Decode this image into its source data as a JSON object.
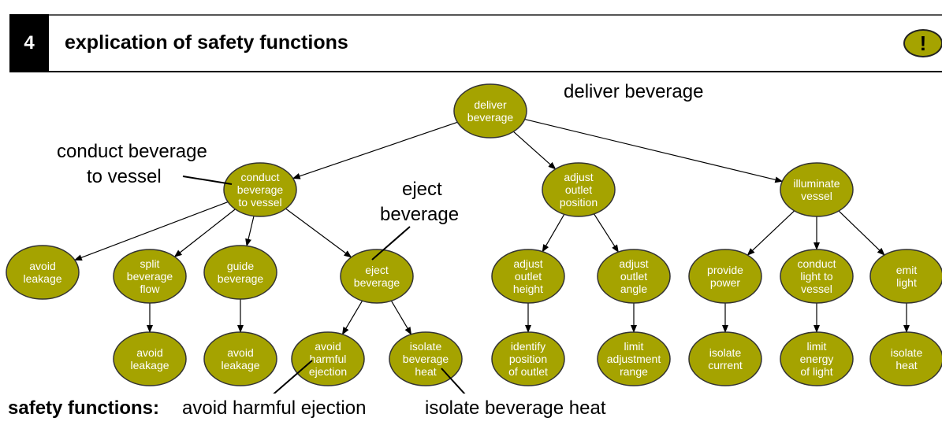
{
  "header": {
    "section_number": "4",
    "title": "explication of safety functions",
    "badge": "!"
  },
  "colors": {
    "node_fill": "#a5a300",
    "node_stroke": "#333333",
    "edge": "#000000"
  },
  "tree": {
    "nodes": [
      {
        "id": "deliver",
        "lines": [
          "deliver",
          "beverage"
        ]
      },
      {
        "id": "conduct",
        "lines": [
          "conduct",
          "beverage",
          "to vessel"
        ]
      },
      {
        "id": "adjust-outlet-position",
        "lines": [
          "adjust",
          "outlet",
          "position"
        ]
      },
      {
        "id": "illuminate",
        "lines": [
          "illuminate",
          "vessel"
        ]
      },
      {
        "id": "avoid-leakage-1",
        "lines": [
          "avoid",
          "leakage"
        ]
      },
      {
        "id": "split-flow",
        "lines": [
          "split",
          "beverage",
          "flow"
        ]
      },
      {
        "id": "guide",
        "lines": [
          "guide",
          "beverage"
        ]
      },
      {
        "id": "eject",
        "lines": [
          "eject",
          "beverage"
        ]
      },
      {
        "id": "adjust-height",
        "lines": [
          "adjust",
          "outlet",
          "height"
        ]
      },
      {
        "id": "adjust-angle",
        "lines": [
          "adjust",
          "outlet",
          "angle"
        ]
      },
      {
        "id": "provide-power",
        "lines": [
          "provide",
          "power"
        ]
      },
      {
        "id": "conduct-light",
        "lines": [
          "conduct",
          "light to",
          "vessel"
        ]
      },
      {
        "id": "emit-light",
        "lines": [
          "emit",
          "light"
        ]
      },
      {
        "id": "avoid-leakage-2",
        "lines": [
          "avoid",
          "leakage"
        ]
      },
      {
        "id": "avoid-leakage-3",
        "lines": [
          "avoid",
          "leakage"
        ]
      },
      {
        "id": "avoid-harmful",
        "lines": [
          "avoid",
          "harmful",
          "ejection"
        ]
      },
      {
        "id": "isolate-heat-bev",
        "lines": [
          "isolate",
          "beverage",
          "heat"
        ]
      },
      {
        "id": "identify-position",
        "lines": [
          "identify",
          "position",
          "of outlet"
        ]
      },
      {
        "id": "limit-adjustment",
        "lines": [
          "limit",
          "adjustment",
          "range"
        ]
      },
      {
        "id": "isolate-current",
        "lines": [
          "isolate",
          "current"
        ]
      },
      {
        "id": "limit-energy",
        "lines": [
          "limit",
          "energy",
          "of light"
        ]
      },
      {
        "id": "isolate-heat",
        "lines": [
          "isolate",
          "heat"
        ]
      }
    ],
    "edges": [
      [
        "deliver",
        "conduct"
      ],
      [
        "deliver",
        "adjust-outlet-position"
      ],
      [
        "deliver",
        "illuminate"
      ],
      [
        "conduct",
        "avoid-leakage-1"
      ],
      [
        "conduct",
        "split-flow"
      ],
      [
        "conduct",
        "guide"
      ],
      [
        "conduct",
        "eject"
      ],
      [
        "adjust-outlet-position",
        "adjust-height"
      ],
      [
        "adjust-outlet-position",
        "adjust-angle"
      ],
      [
        "illuminate",
        "provide-power"
      ],
      [
        "illuminate",
        "conduct-light"
      ],
      [
        "illuminate",
        "emit-light"
      ],
      [
        "split-flow",
        "avoid-leakage-2"
      ],
      [
        "guide",
        "avoid-leakage-3"
      ],
      [
        "eject",
        "avoid-harmful"
      ],
      [
        "eject",
        "isolate-heat-bev"
      ],
      [
        "adjust-height",
        "identify-position"
      ],
      [
        "adjust-angle",
        "limit-adjustment"
      ],
      [
        "provide-power",
        "isolate-current"
      ],
      [
        "conduct-light",
        "limit-energy"
      ],
      [
        "emit-light",
        "isolate-heat"
      ]
    ]
  },
  "annotations": {
    "deliver_beverage": "deliver beverage",
    "conduct_line1": "conduct beverage",
    "conduct_line2": "to vessel",
    "eject_line1": "eject",
    "eject_line2": "beverage"
  },
  "footer": {
    "label": "safety functions:",
    "function_1": "avoid harmful ejection",
    "function_2": "isolate beverage heat"
  }
}
